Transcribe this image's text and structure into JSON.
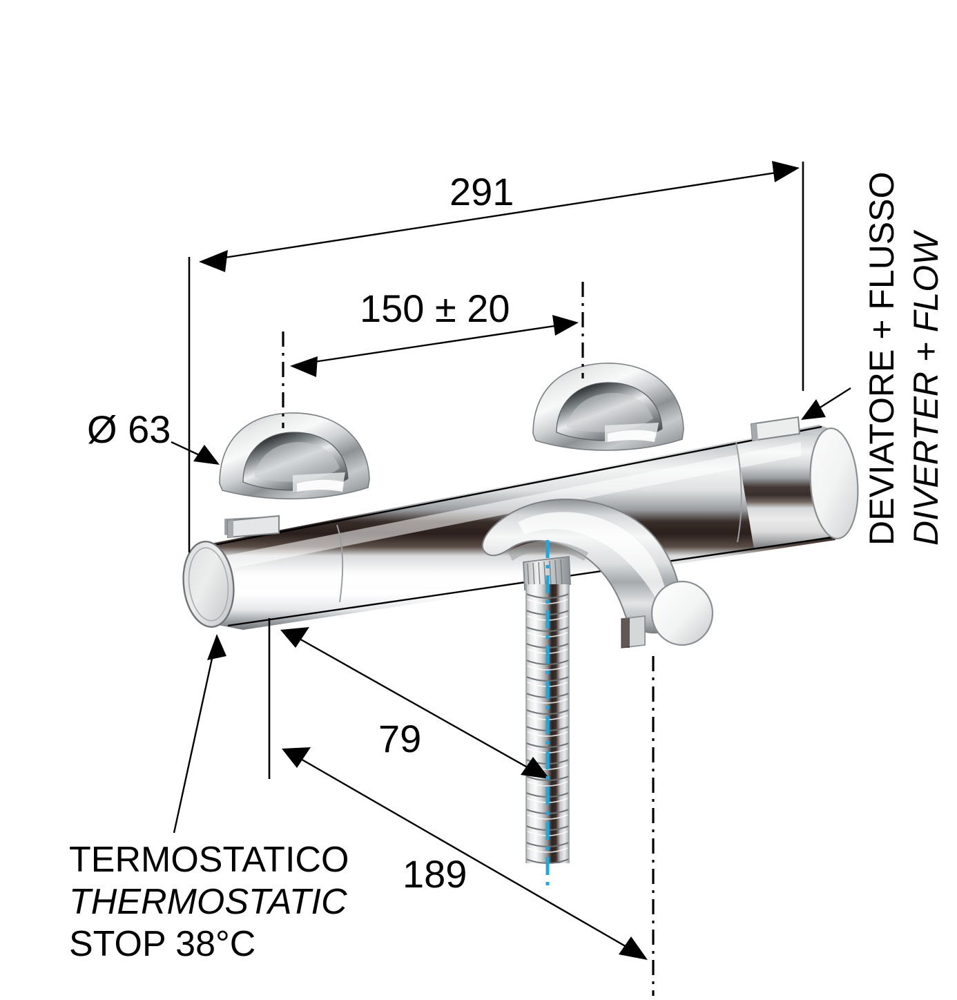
{
  "drawing": {
    "title": "Wall-mounted thermostatic bath shower mixer technical dimension drawing",
    "units": "mm"
  },
  "dimensions": {
    "overall_width": "291",
    "inlet_centers": "150 ± 20",
    "escutcheon_diameter": "Ø 63",
    "spout_to_hose": "79",
    "body_to_outlet": "189"
  },
  "annotations": {
    "diverter_it": "DEVIATORE + FLUSSO",
    "diverter_en": "DIVERTER + FLOW",
    "thermostatic_it": "TERMOSTATICO",
    "thermostatic_en": "THERMOSTATIC",
    "thermostatic_stop": "STOP 38°C"
  },
  "colors": {
    "line": "#000000",
    "centerline_cyan": "#1ea8e0",
    "chrome_light": "#f4f4f4",
    "chrome_mid": "#b9bcbe",
    "chrome_dark": "#6e7275",
    "stripe_dark": "#2a1f1c",
    "background": "#ffffff"
  },
  "product": {
    "body_label": "horizontal-cylinder-body",
    "left_escutcheon_label": "left-wall-escutcheon",
    "right_escutcheon_label": "right-wall-escutcheon",
    "spout_label": "bath-spout",
    "hose_label": "flexible-shower-hose",
    "diverter_lever_label": "diverter-lever",
    "thermostatic_lever_label": "thermostatic-lever"
  }
}
